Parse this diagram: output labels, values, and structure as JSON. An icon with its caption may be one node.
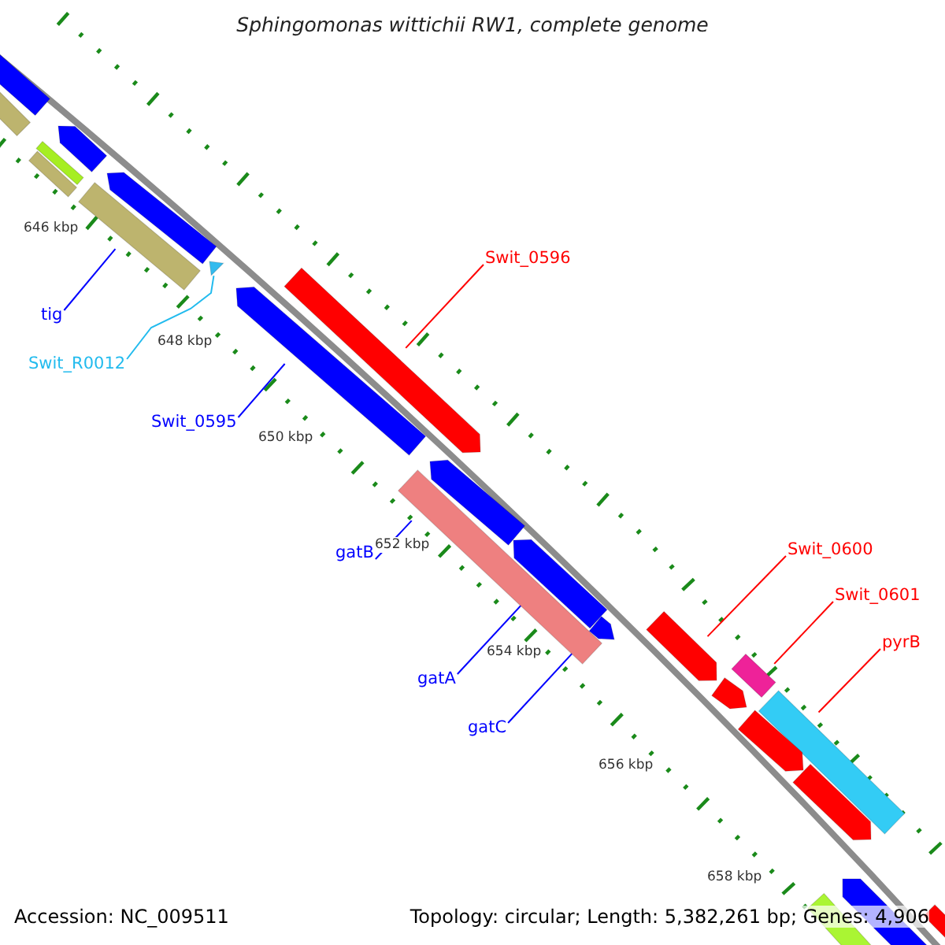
{
  "diagram": {
    "title": "Sphingomonas wittichii RW1, complete genome",
    "nodes": [
      {
        "text": [
          "tig"
        ]
      },
      {
        "text": [
          "Swit_R0012"
        ]
      },
      {
        "text": [
          "Swit_0595"
        ]
      },
      {
        "text": [
          "Swit_0596"
        ]
      },
      {
        "text": [
          "gatB"
        ]
      },
      {
        "text": [
          "gatA"
        ]
      },
      {
        "text": [
          "gatC"
        ]
      },
      {
        "text": [
          "Swit_0600"
        ]
      },
      {
        "text": [
          "Swit_0601"
        ]
      },
      {
        "text": [
          "pyrB"
        ]
      },
      {
        "text": [],
        "shape": "pentagon"
      },
      {
        "text": [],
        "shape": "bar"
      },
      {
        "text": [],
        "shape": "pentagon"
      },
      {
        "text": [],
        "shape": "bar"
      },
      {
        "text": [],
        "shape": "bar"
      },
      {
        "text": [],
        "shape": "pentagon"
      },
      {
        "text": [],
        "shape": "bar"
      },
      {
        "text": [],
        "shape": "pentagon"
      },
      {
        "text": [],
        "shape": "pentagon"
      },
      {
        "text": [],
        "shape": "pentagon"
      },
      {
        "text": [],
        "shape": "pentagon"
      },
      {
        "text": [],
        "shape": "bar"
      },
      {
        "text": [],
        "shape": "pentagon"
      },
      {
        "text": [],
        "shape": "pentagon"
      },
      {
        "text": [],
        "shape": "pentagon"
      },
      {
        "text": [],
        "shape": "pentagon"
      },
      {
        "text": [],
        "shape": "bar"
      },
      {
        "text": [],
        "shape": "bar"
      },
      {
        "text": [],
        "shape": "pentagon"
      },
      {
        "text": [],
        "shape": "pentagon"
      },
      {
        "text": [],
        "shape": "bar"
      },
      {
        "text": [],
        "shape": "pentagon"
      },
      {
        "text": [],
        "shape": "bar"
      }
    ],
    "edges": [
      {
        "from": 0,
        "to": 16,
        "arrow": "none"
      },
      {
        "from": 1,
        "to": 17,
        "arrow": "none",
        "color": "#22bbee"
      },
      {
        "from": 2,
        "to": 18,
        "arrow": "none"
      },
      {
        "from": 3,
        "to": 19,
        "arrow": "none",
        "color": "#ff0000"
      },
      {
        "from": 4,
        "to": 21,
        "arrow": "none"
      },
      {
        "from": 5,
        "to": 22,
        "arrow": "none"
      },
      {
        "from": 6,
        "to": 23,
        "arrow": "none"
      },
      {
        "from": 7,
        "to": 24,
        "arrow": "none",
        "color": "#ff0000"
      },
      {
        "from": 8,
        "to": 26,
        "arrow": "none",
        "color": "#ff0000"
      },
      {
        "from": 9,
        "to": 27,
        "arrow": "none",
        "color": "#ff0000"
      }
    ],
    "labels": [
      "646 kbp",
      "648 kbp",
      "650 kbp",
      "652 kbp",
      "654 kbp",
      "656 kbp",
      "658 kbp",
      "Accession: NC_009511",
      "Topology: circular; Length: 5,382,261 bp; Genes: 4,906"
    ]
  }
}
